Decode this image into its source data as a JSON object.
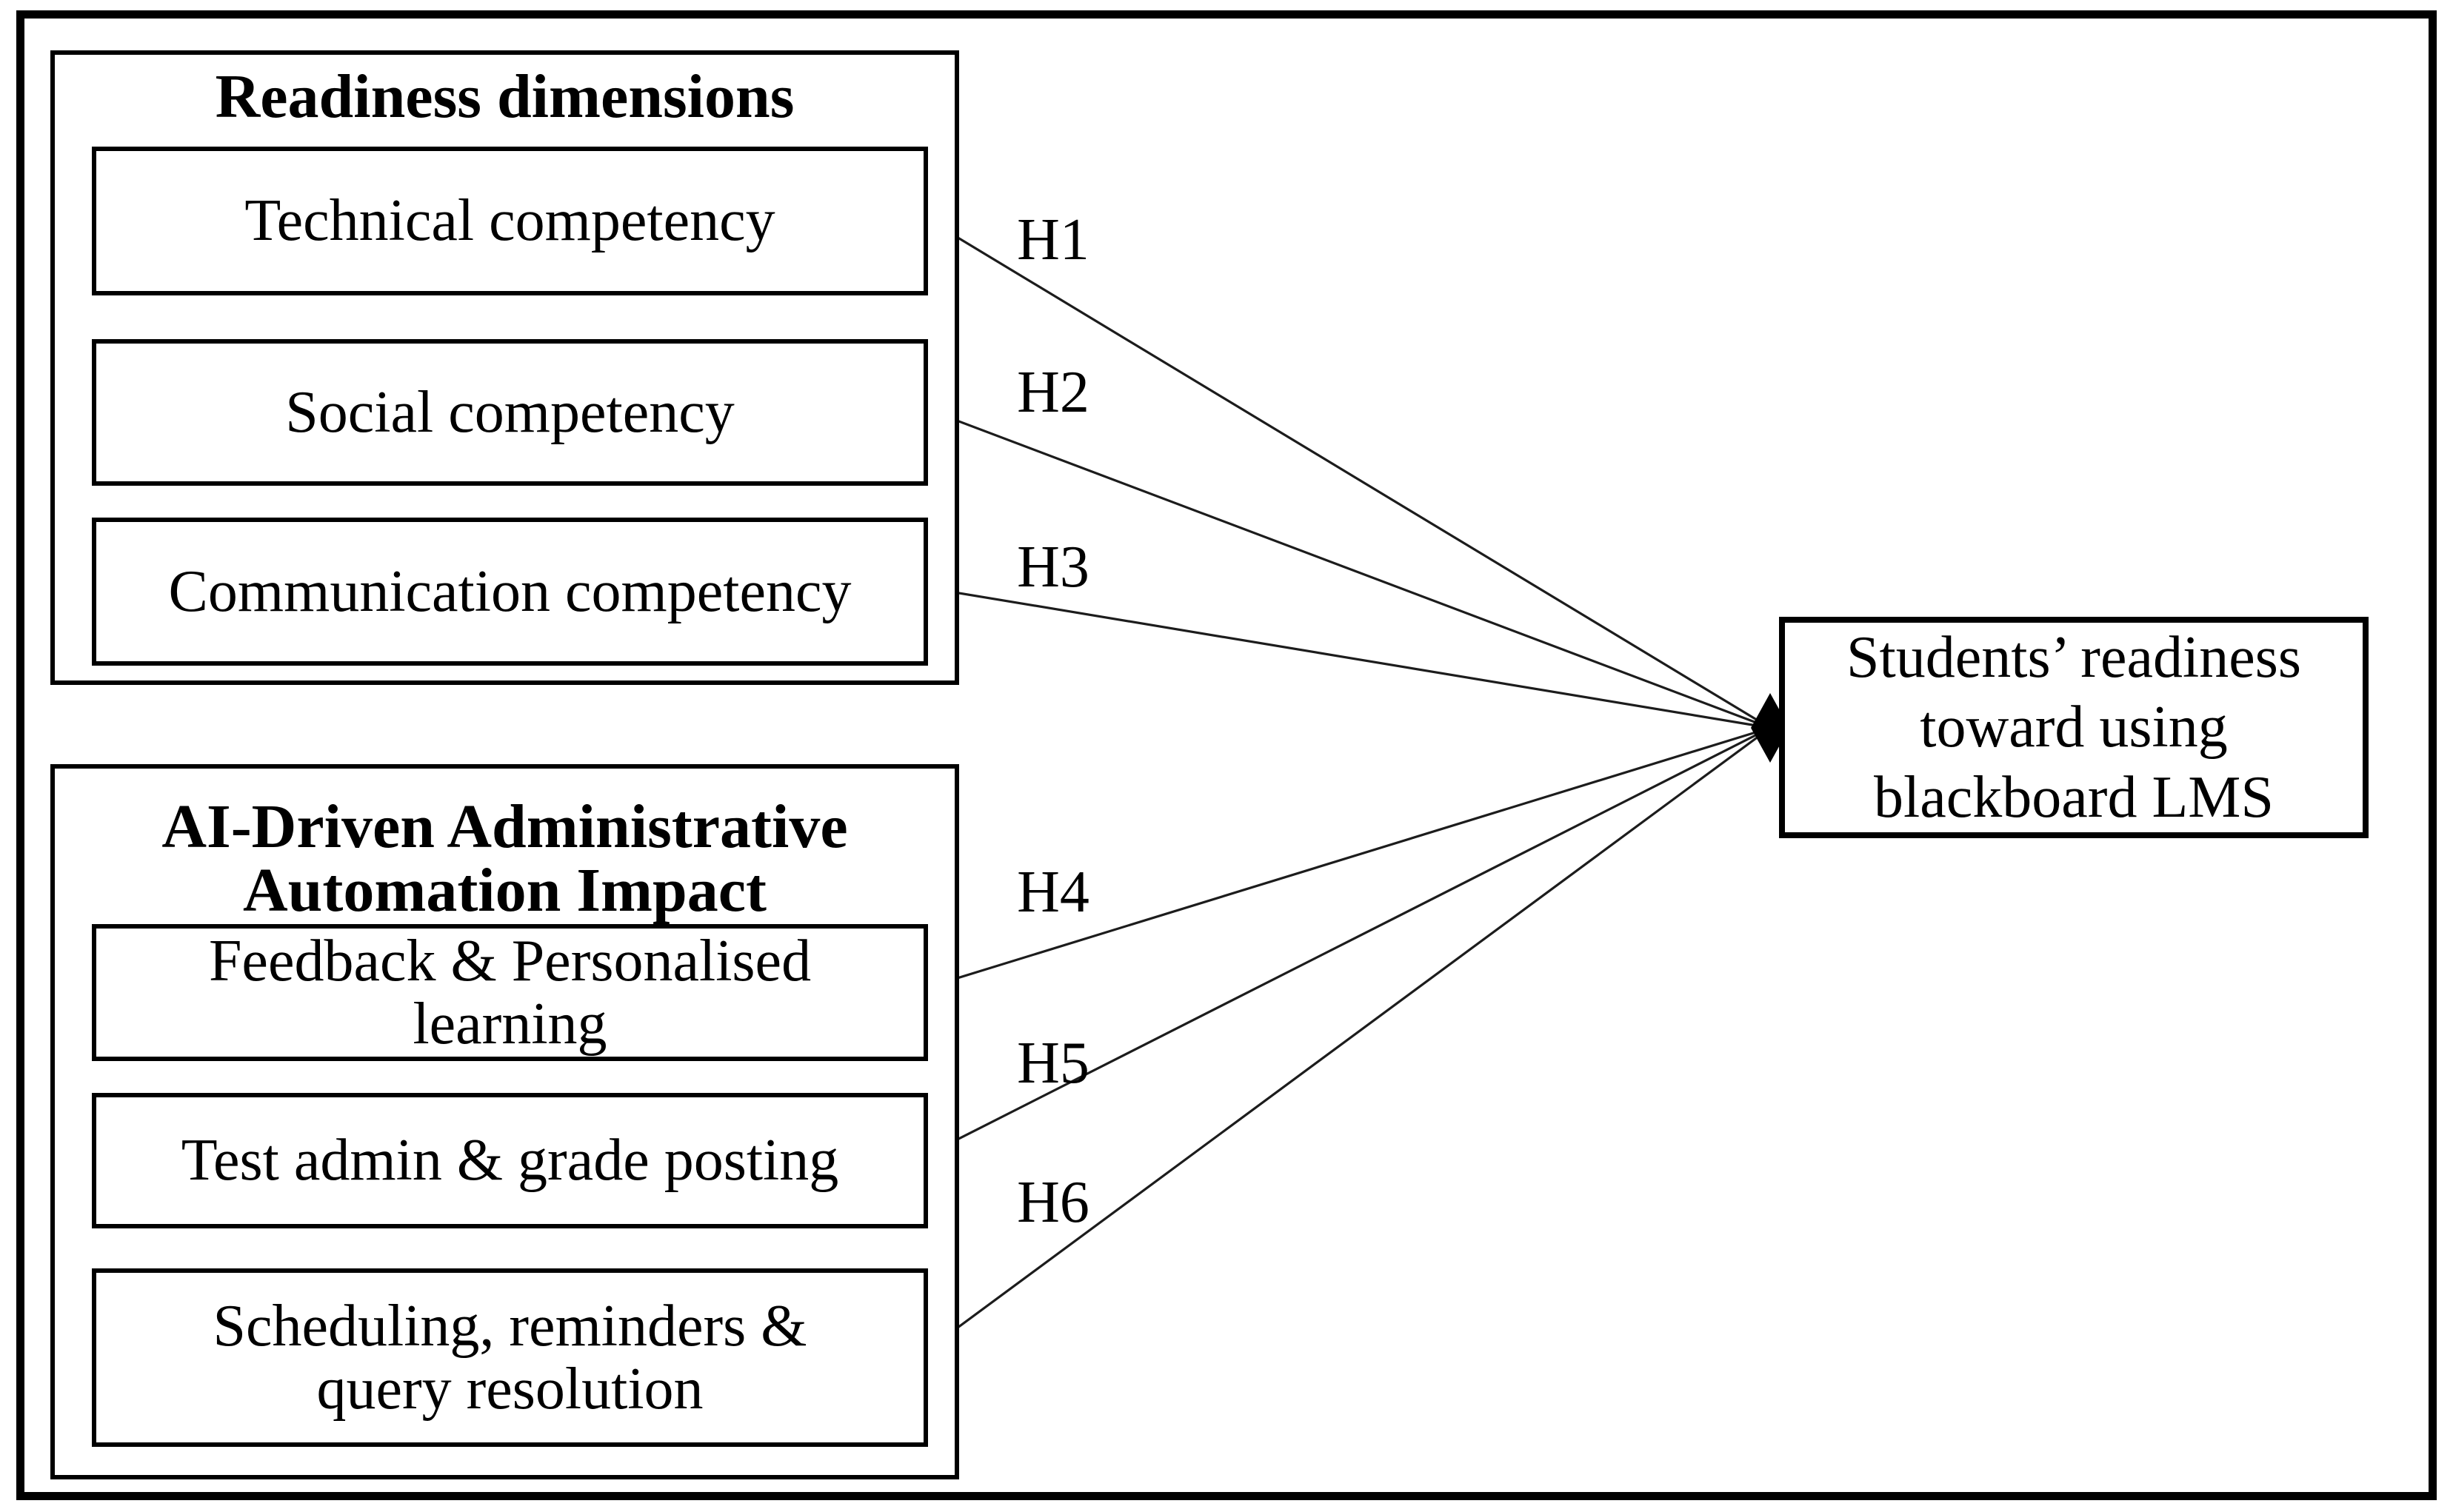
{
  "diagram": {
    "groups": [
      {
        "title": "Readiness dimensions",
        "items": [
          "Technical competency",
          "Social competency",
          "Communication competency"
        ]
      },
      {
        "title": "AI-Driven Administrative\nAutomation Impact",
        "items": [
          "Feedback & Personalised\nlearning",
          "Test admin & grade posting",
          "Scheduling, reminders &\nquery resolution"
        ]
      }
    ],
    "outcome": {
      "label": "Students’ readiness\ntoward using\nblackboard LMS"
    },
    "connections": [
      {
        "label": "H1"
      },
      {
        "label": "H2"
      },
      {
        "label": "H3"
      },
      {
        "label": "H4"
      },
      {
        "label": "H5"
      },
      {
        "label": "H6"
      }
    ]
  }
}
